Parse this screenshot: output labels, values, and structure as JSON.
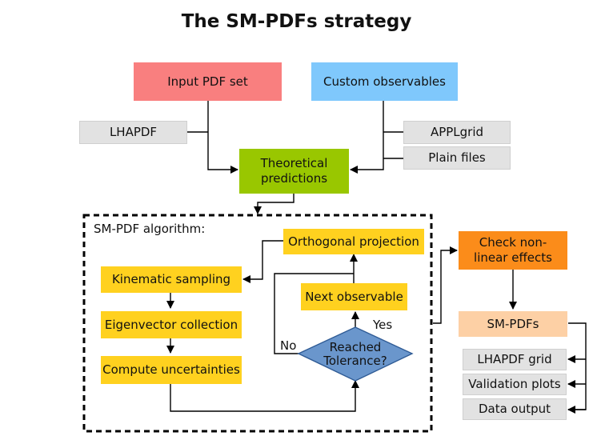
{
  "title": "The SM-PDFs strategy",
  "nodes": {
    "input_pdf_set": "Input PDF set",
    "custom_observables": "Custom observables",
    "lhapdf": "LHAPDF",
    "applgrid": "APPLgrid",
    "plain_files": "Plain files",
    "theoretical_predictions": "Theoretical predictions",
    "algorithm_label": "SM-PDF algorithm:",
    "orthogonal_projection": "Orthogonal projection",
    "kinematic_sampling": "Kinematic sampling",
    "next_observable": "Next observable",
    "eigenvector_collection": "Eigenvector collection",
    "reached_tolerance": "Reached Tolerance?",
    "compute_uncertainties": "Compute uncertainties",
    "yes_label": "Yes",
    "no_label": "No",
    "check_nonlinear": "Check non-linear effects",
    "sm_pdfs": "SM-PDFs",
    "lhapdf_grid": "LHAPDF grid",
    "validation_plots": "Validation plots",
    "data_output": "Data output"
  },
  "colors": {
    "input": "#f97f7f",
    "observables": "#7fc8fc",
    "format": "#e2e2e2",
    "theory": "#99c700",
    "algorithm_step": "#ffd11f",
    "decision": "#6a96cc",
    "check": "#fb8c1a",
    "result": "#fdd0a5"
  }
}
